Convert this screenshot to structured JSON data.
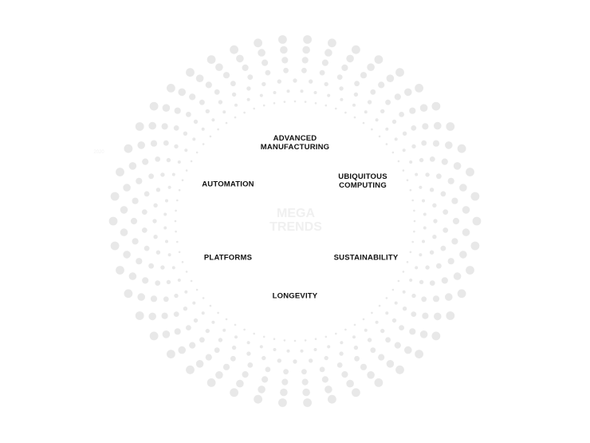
{
  "diagram": {
    "center": {
      "line1": "MEGA",
      "line2": "TRENDS"
    },
    "side_tag": "2020",
    "trends": [
      {
        "lines": [
          "ADVANCED",
          "MANUFACTURING"
        ]
      },
      {
        "lines": [
          "UBIQUITOUS",
          "COMPUTING"
        ]
      },
      {
        "lines": [
          "SUSTAINABILITY"
        ]
      },
      {
        "lines": [
          "LONGEVITY"
        ]
      },
      {
        "lines": [
          "PLATFORMS"
        ]
      },
      {
        "lines": [
          "AUTOMATION"
        ]
      }
    ],
    "colors": {
      "dot": "#e8e8e8",
      "text": "#111111",
      "center_text": "#f0f0f0"
    }
  }
}
